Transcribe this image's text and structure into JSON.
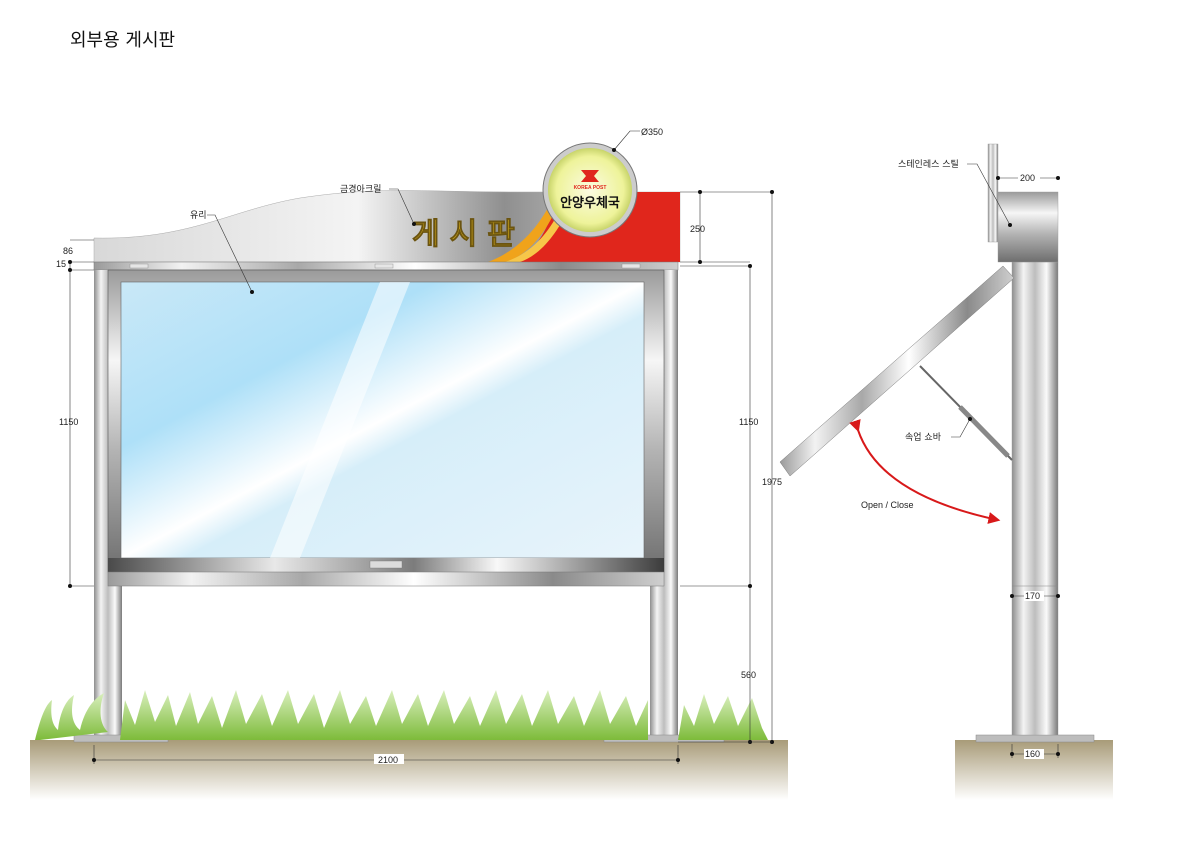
{
  "title": "외부용 게시판",
  "labels": {
    "diameter": "Ø350",
    "acrylic": "금경아크릴",
    "glass": "유리",
    "stainless": "스테인레스 스틸",
    "damper": "속업 쇼바",
    "open_close": "Open / Close"
  },
  "sign": {
    "header_text": "게시판",
    "post_office": "안양우체국",
    "brand": "KOREA POST"
  },
  "dimensions": {
    "d86": "86",
    "d15": "15",
    "d1150_left": "1150",
    "d250": "250",
    "d1150_right": "1150",
    "d1975": "1975",
    "d560": "560",
    "d2100": "2100",
    "d200": "200",
    "d170": "170",
    "d160": "160"
  },
  "colors": {
    "accent_red": "#e0261c",
    "logo_yellow": "#f6f7b0",
    "text_gold": "#c9a21a",
    "ground": "#b9ad8e",
    "grass": "#8cc63f",
    "arrow_red": "#d8191a"
  }
}
